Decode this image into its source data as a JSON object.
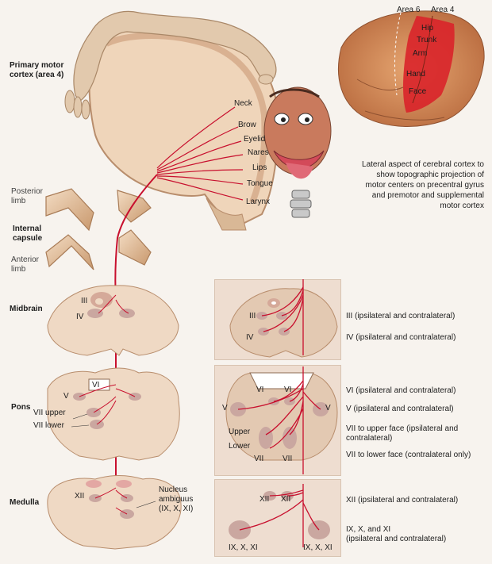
{
  "colors": {
    "tract_red": "#c8102e",
    "tissue": "#e9cdb4",
    "tissue_dark": "#b88d6c",
    "gyrus_red": "#d9232a",
    "panel_bg": "#eeddd0",
    "background": "#f7f3ee"
  },
  "labels": {
    "primary_motor": [
      "Primary motor",
      "cortex (area 4)"
    ],
    "neck": "Neck",
    "brow": "Brow",
    "eyelid": "Eyelid",
    "nares": "Nares",
    "lips": "Lips",
    "tongue": "Tongue",
    "larynx": "Larynx",
    "posterior_limb": [
      "Posterior",
      "limb"
    ],
    "internal_capsule": [
      "Internal",
      "capsule"
    ],
    "anterior_limb": [
      "Anterior",
      "limb"
    ],
    "midbrain": "Midbrain",
    "pons": "Pons",
    "medulla": "Medulla",
    "nuc_iii": "III",
    "nuc_iv": "IV",
    "nuc_v": "V",
    "nuc_vi": "VI",
    "vii_upper": "VII upper",
    "vii_lower": "VII lower",
    "nuc_xii": "XII",
    "nucleus_ambiguus": [
      "Nucleus",
      "ambiguus",
      "(IX, X, XI)"
    ],
    "area6": "Area 6",
    "area4": "Area 4",
    "hip": "Hip",
    "trunk": "Trunk",
    "arm": "Arm",
    "hand": "Hand",
    "face": "Face",
    "lateral_caption": [
      "Lateral aspect of cerebral cortex to",
      "show topographic projection of",
      "motor centers on precentral gyrus",
      "and premotor and supplemental",
      "motor cortex"
    ]
  },
  "panels": {
    "midbrain": {
      "iii": "III",
      "iv": "IV",
      "desc": [
        "III (ipsilateral and contralateral)",
        "IV (ipsilateral and contralateral)"
      ]
    },
    "pons": {
      "vi_left": "VI",
      "vi_right": "VI",
      "v_left": "V",
      "v_right": "V",
      "upper": "Upper",
      "lower": "Lower",
      "vii_left": "VII",
      "vii_right": "VII",
      "desc_vi": "VI (ipsilateral and contralateral)",
      "desc_v": "V (ipsilateral and contralateral)",
      "desc_vii_upper": [
        "VII to upper face (ipsilateral and",
        "contralateral)"
      ],
      "desc_vii_lower": "VII to lower face (contralateral only)"
    },
    "medulla": {
      "xii_left": "XII",
      "xii_right": "XII",
      "ixxxi_left": "IX, X, XI",
      "ixxxi_right": "IX, X, XI",
      "desc_xii": "XII (ipsilateral and contralateral)",
      "desc_ixxxi": [
        "IX, X, and XI",
        "(ipsilateral and contralateral)"
      ]
    }
  }
}
